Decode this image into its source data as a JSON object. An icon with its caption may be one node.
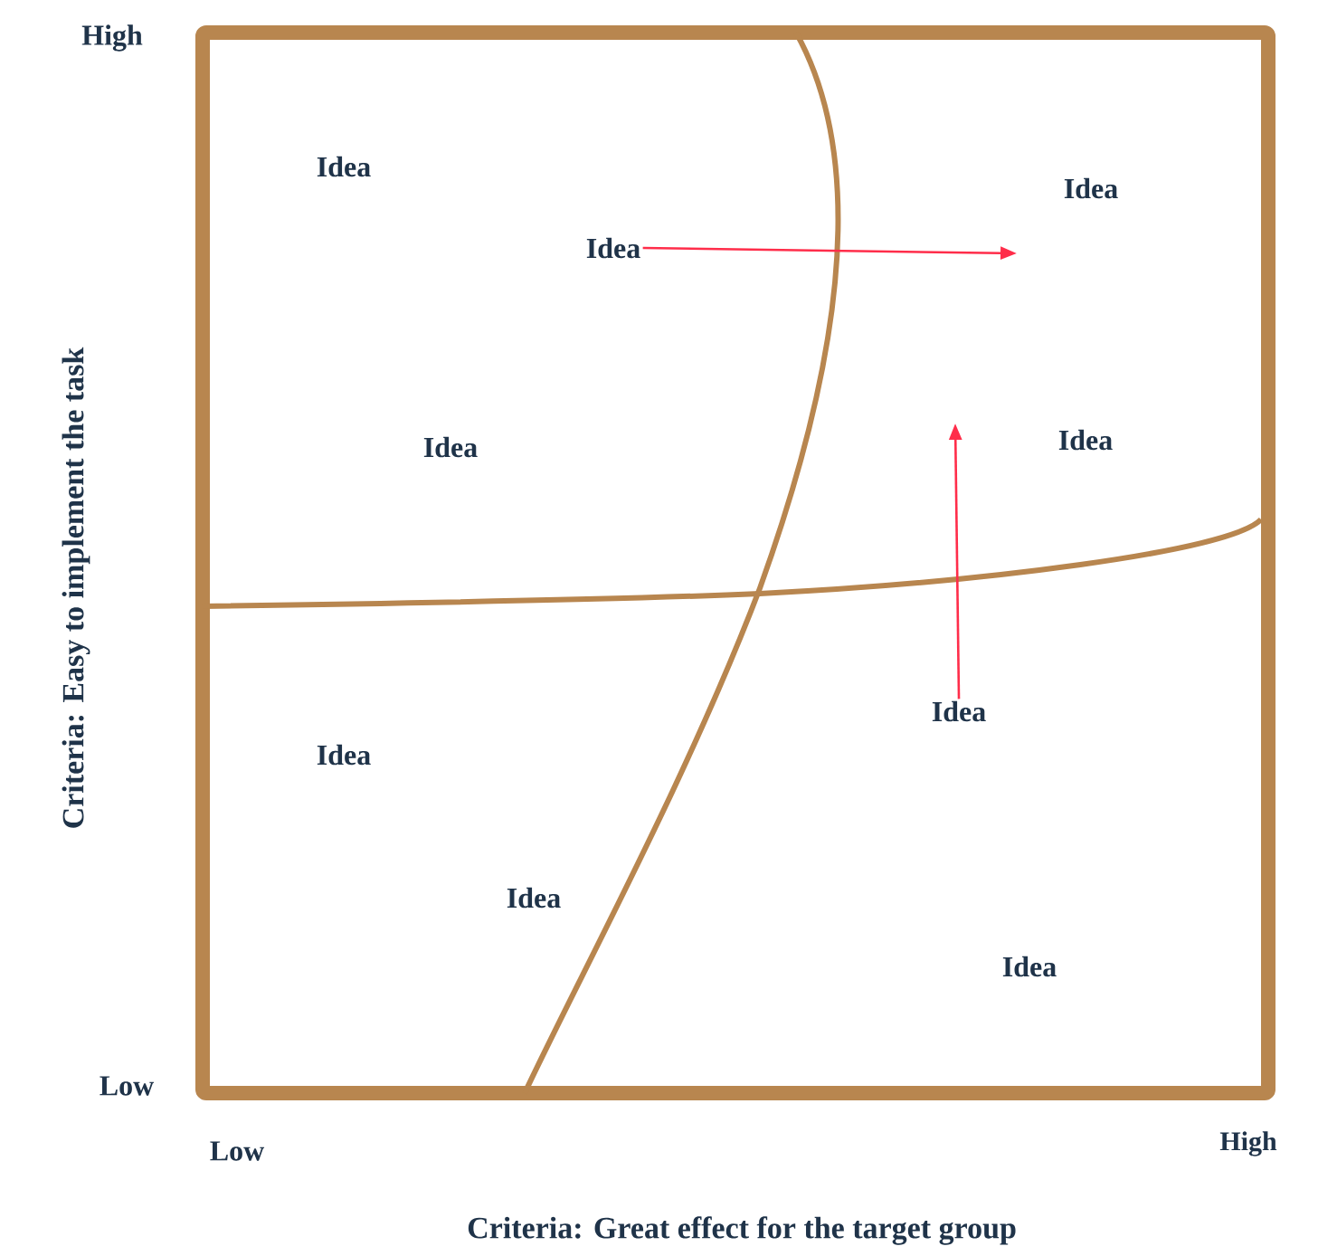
{
  "diagram": {
    "nodes": [
      {
        "text": [
          "Idea"
        ]
      },
      {
        "text": [
          "Idea"
        ]
      },
      {
        "text": [
          "Idea"
        ]
      },
      {
        "text": [
          "Idea"
        ]
      },
      {
        "text": [
          "Idea"
        ]
      },
      {
        "text": [
          "Idea"
        ]
      },
      {
        "text": [
          "Idea"
        ]
      },
      {
        "text": [
          "Idea"
        ]
      },
      {
        "text": [
          "Idea"
        ]
      }
    ],
    "edges": [
      {
        "from": 2,
        "to": null,
        "arrow": "to",
        "color": "#ff2d4a"
      },
      {
        "from": 5,
        "to": null,
        "arrow": "to",
        "color": "#ff2d4a"
      }
    ],
    "labels": [
      "High",
      "Criteria: Easy to implement the task",
      "Low",
      "Low",
      "High",
      "Criteria: Great effect for the target group"
    ]
  }
}
